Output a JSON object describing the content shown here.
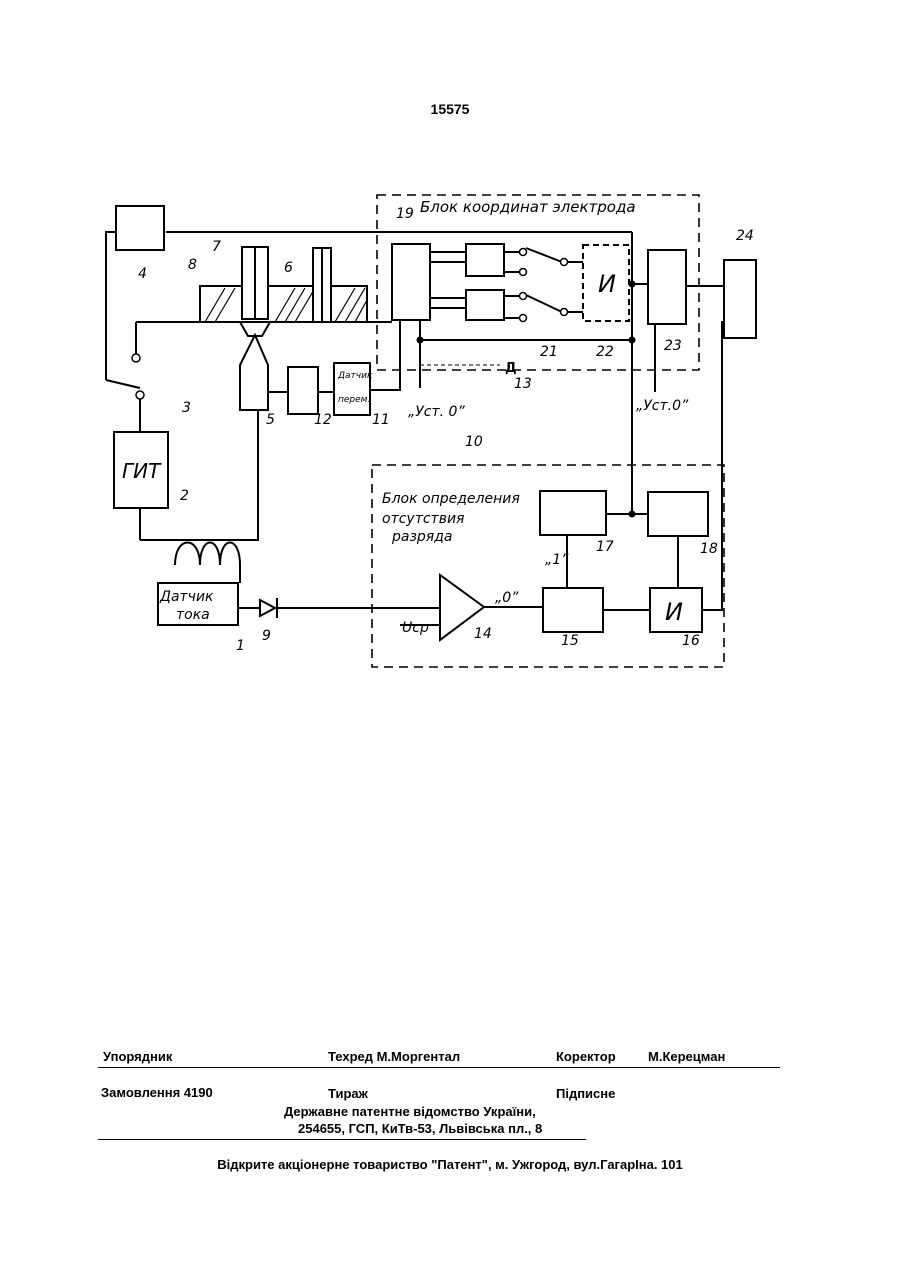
{
  "page_number": "15575",
  "diagram": {
    "title_coord_block": "Блок координат электрода",
    "title_discharge_block": [
      "Блок определения",
      "отсутствия",
      "разряда"
    ],
    "labels": {
      "gen": "ГИТ",
      "current_sensor": [
        "Датчик",
        "тока"
      ],
      "move_sensor": [
        "Датчик",
        "перем."
      ],
      "and1": "И",
      "and2": "И",
      "reset1": "„Уст. 0”",
      "reset2": "„Уст.0”",
      "one": "„1”",
      "zero": "„0”",
      "ucp": "Uср",
      "d": "Д"
    },
    "numbers": [
      "1",
      "2",
      "3",
      "4",
      "5",
      "6",
      "7",
      "8",
      "9",
      "10",
      "11",
      "12",
      "13",
      "14",
      "15",
      "16",
      "17",
      "18",
      "19",
      "21",
      "22",
      "23",
      "24"
    ]
  },
  "footer": {
    "compiler": "Упорядник",
    "techred": "Техред М.Моргентал",
    "corrector_label": "Коректор",
    "corrector_name": "М.Керецман",
    "order": "Замовлення 4190",
    "circulation": "Тираж",
    "subscription": "Підписне",
    "office": "Державне патентне відомство України,",
    "address": "254655, ГСП, КиТв-53, Львівська пл., 8",
    "printer": "Відкрите акціонерне товариство \"Патент\", м. Ужгород, вул.ГагарІна. 101"
  }
}
